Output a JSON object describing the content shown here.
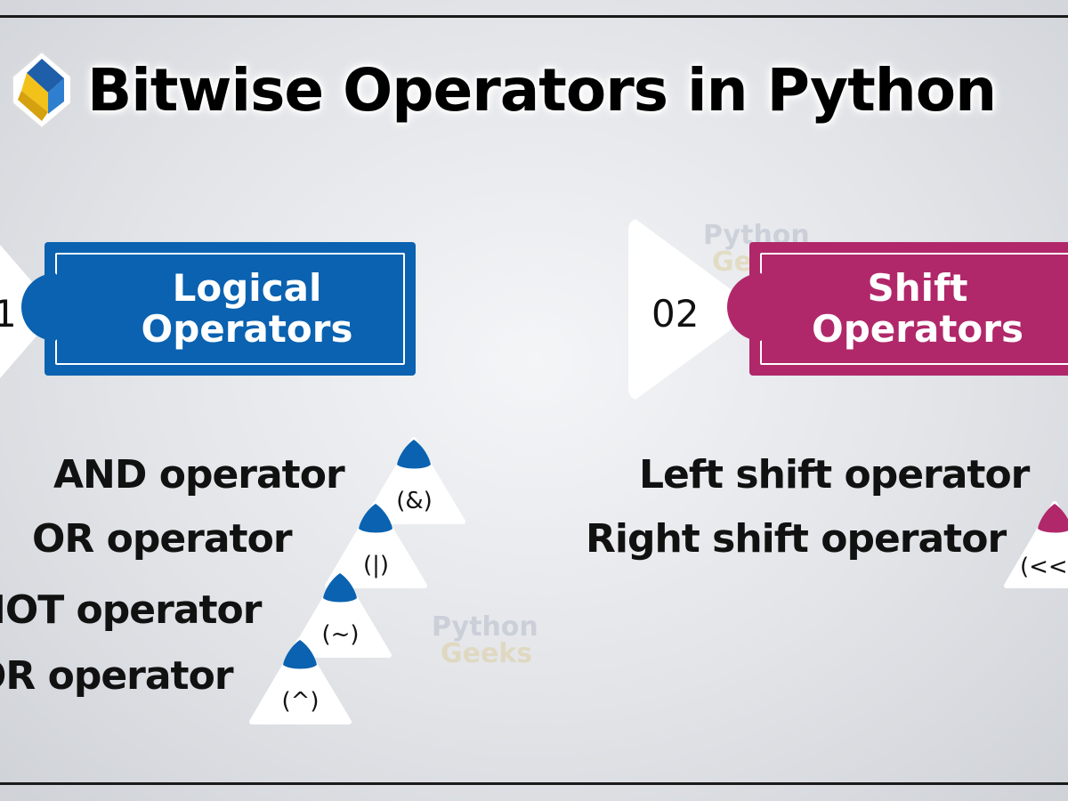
{
  "title": "Bitwise Operators in Python",
  "icons": {
    "logo": "python-geeks-logo-icon"
  },
  "watermark": {
    "line1": "Python",
    "line2": "Geeks"
  },
  "colors": {
    "logical": "#0a62b0",
    "shift": "#b0286a",
    "badge_cap": "#0a62b0"
  },
  "sections": [
    {
      "number": "1",
      "label_line1": "Logical",
      "label_line2": "Operators",
      "operators": [
        {
          "name": "AND operator",
          "symbol": "(&)"
        },
        {
          "name": "OR operator",
          "symbol": "(|)"
        },
        {
          "name": "NOT operator",
          "symbol": "(~)"
        },
        {
          "name": "OR operator",
          "symbol": "(^)"
        }
      ]
    },
    {
      "number": "02",
      "label_line1": "Shift",
      "label_line2": "Operators",
      "operators": [
        {
          "name": "Left shift  operator",
          "symbol": ""
        },
        {
          "name": "Right shift operator",
          "symbol": "(<<"
        }
      ]
    }
  ]
}
